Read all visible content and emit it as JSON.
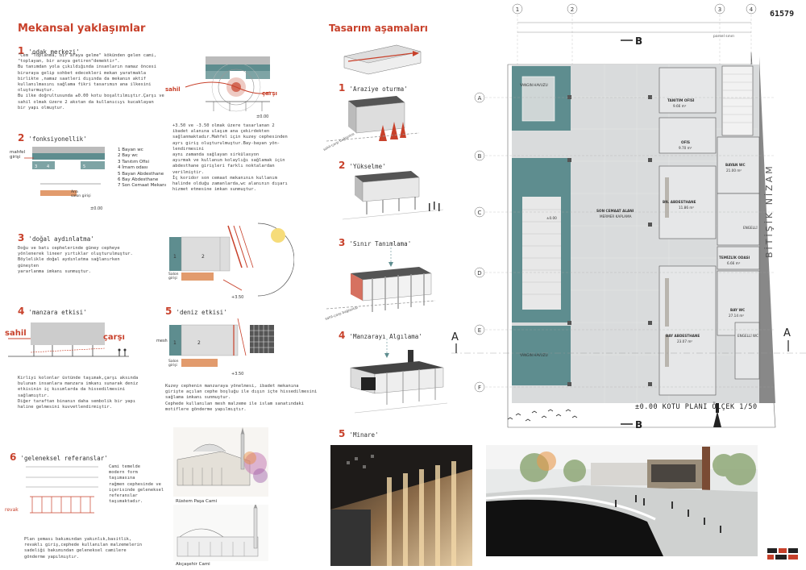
{
  "sheet_no": "61579",
  "left": {
    "title": "Mekansal yaklaşımlar",
    "s1": {
      "num": "1",
      "title": "'odak merkezi'",
      "text": "\"Cem \"Toplanma, bir araya gelme\" kökünden gelen cami,\n\"toplayan, bir araya getiren\"demektir\".\nBu tanımdan yola çıkıldığında insanların namaz öncesi\nbiraraya gelip sohbet edecekleri mekan yaratmakla\nbirlikte ,namaz saatleri dışında da  mekanın aktif\nkullanılmasını sağlama fikri tasarımın ana ilkesini\noluşturmuştur.\nBu ilke doğrultusunda ±0.00 kotu boşaltılmıştır.Çarşı ve\nsahil olmak üzere 2 akstan da kullanıcıyı kucaklayan\nbir yapı olmuştur.",
      "sahil": "sahil",
      "carsi": "çarşı",
      "kot": "±0.00"
    },
    "s2": {
      "num": "2",
      "title": "'fonksiyonellik'",
      "mahfel": "mahfel\ngirişi",
      "ana": "Ana\nsalon girişi",
      "kot": "±0.00",
      "items": [
        "1 Bayan wc",
        "2 Bay wc",
        "3 Tanıtım Ofisi",
        "4 İmam odası",
        "5 Bayan Abdesthane",
        "6 Bay Abdesthane",
        "7 Son Cemaat Mekanı"
      ],
      "text": "+3.50 ve -3.50 olmak üzere tasarlanan 2\nibadet alanına ulaşım ana çekirdekten\nsağlanmaktadır.Mahfel için kuzey cephesinden\nayrı giriş oluşturulmuştur.Bay-bayan yön-\nlendirmesini\naynı zamanda sağlayan sirkülasyon\nayırmak ve kullanım kolaylığı sağlamak için\nabdesthane girişleri farklı noktalardan\nverilmiştir.\nİç koridor son cemaat mekanının kullanım\nhalinde olduğu zamanlarda,wc alanının dışarı\nhizmet etmesine imkan sunmuştur."
    },
    "s3": {
      "num": "3",
      "title": "'doğal aydınlatma'",
      "text": "Doğu ve batı cephelerinde güney cepheye\nyönlenerek lineer yırtıklar oluşturulmuştur.\nBöylelikle doğal aydınlatma sağlanırken\ngüneşten\nyararlanma imkanı sunmuştur.",
      "salon": "Salon\ngirişi",
      "kot": "+3.50"
    },
    "s4": {
      "num": "4",
      "title": "'manzara etkisi'",
      "sahil": "sahil",
      "carsi": "çarşı",
      "text": "Kirliyi kolonlar üstünde taşımak,çarşı aksında\nbulunan insanlara manzara imkanı sunarak deniz\netkisinin iç kısımlarda da hissedilmesini\nsağlamıştır.\nDiğer taraftan binanın daha sembolik bir yapı\nhaline gelmesini kuvvetlendirmiştir."
    },
    "s5": {
      "num": "5",
      "title": "'deniz etkisi'",
      "mesh": "mesh",
      "salon": "Salon\ngirişi",
      "kot": "+3.50",
      "text": "Kuzey cephenin manzaraya yönelmesi, ibadet mekanına\ngirişte açılan cephe boşluğu ile dışın içte hissedilmesini\nsağlama imkanı sunmuştur.\nCephede kullanılan mesh malzeme ile islam sanatındaki\nmotiflere gönderme yapılmıştır."
    },
    "s6": {
      "num": "6",
      "title": "'geleneksel referanslar'",
      "text": "Cami temelde\nmodern form\ntaşımasına\nrağmen cephesinde ve\niçerisinde geleneksel\nreferanslar\ntaşımaktadır.",
      "revak": "revak",
      "text2": "Plan şeması bakımından yakınlık,basitlik,\nrevaklı giriş,cephede  kullanılan malzemelerin\nsadeliği bakımından geleneksel camilere\ngönderme yapılmıştır.",
      "cap1": "Rüstem Paşa Cami",
      "cap2": "Akçaşehir Cami"
    }
  },
  "middle": {
    "title": "Tasarım aşamaları",
    "steps": [
      {
        "num": "1",
        "title": "'Araziye oturma'",
        "road": "sahil-çarşı bağlantısı"
      },
      {
        "num": "2",
        "title": "'Yükselme'"
      },
      {
        "num": "3",
        "title": "'Sınır Tanımlama'",
        "road": "sahil-çarşı bağlantısı"
      },
      {
        "num": "4",
        "title": "'Manzarayı Algılama'"
      },
      {
        "num": "5",
        "title": "'Minare'"
      }
    ]
  },
  "plan": {
    "grid_cols": [
      "1",
      "2",
      "3",
      "4"
    ],
    "grid_rows": [
      "A",
      "B",
      "C",
      "D",
      "E",
      "F"
    ],
    "section_b": "B",
    "section_a": "A",
    "side_label": "BİTİŞİK NİZAM",
    "caption": "±0.00 KOTU PLANI ÖLÇEK 1/50",
    "parsel": "parsel sınırı",
    "rooms": [
      {
        "name": "YANGIN HAVUZU"
      },
      {
        "name": "TANITIM OFİSİ",
        "area": "9.66 m²"
      },
      {
        "name": "OFİS",
        "area": "9.70 m²"
      },
      {
        "name": "BAYAN WC",
        "area": "21.00 m²"
      },
      {
        "name": "BN. ABDESTHANE",
        "area": "11.86 m²"
      },
      {
        "name": "SON CEMAAT ALANI",
        "sub": "MERMER KAPLAMA"
      },
      {
        "name": "ENGELLİ"
      },
      {
        "name": "TEMİZLİK ODASI",
        "area": "6.66 m²"
      },
      {
        "name": "BAY WC",
        "area": "27.14 m²"
      },
      {
        "name": "BAY ABDESTHANE",
        "area": "23.07 m²"
      },
      {
        "name": "ENGELLİ WC"
      },
      {
        "name": "YANGIN HAVUZU"
      }
    ],
    "kot": "±0.00"
  },
  "colors": {
    "accent": "#c8412b",
    "teal": "#5e8d8f",
    "plan_fill": "#d9dbdc",
    "orange": "#e29b6d"
  }
}
